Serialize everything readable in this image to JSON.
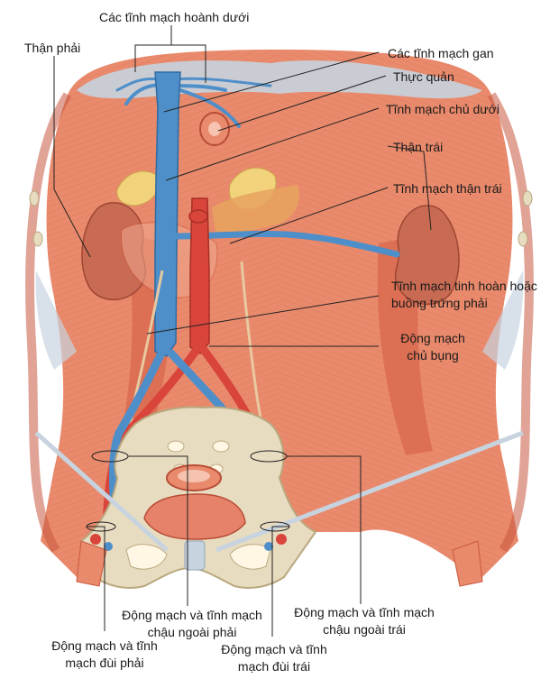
{
  "labels": {
    "inferior_phrenic_veins": "Các tĩnh mạch hoành dưới",
    "right_kidney": "Thận phải",
    "hepatic_veins": "Các tĩnh mạch gan",
    "esophagus": "Thực quản",
    "inferior_vena_cava": "Tĩnh mạch chủ dưới",
    "left_kidney": "Thận trái",
    "left_renal_vein": "Tĩnh mạch thận trái",
    "right_gonadal_vein_line1": "Tĩnh mạch tinh hoàn hoặc",
    "right_gonadal_vein_line2": "buồng trứng phải",
    "abdominal_aorta_line1": "Động mạch",
    "abdominal_aorta_line2": "chủ bụng",
    "right_external_iliac_line1": "Động mạch và tĩnh mạch",
    "right_external_iliac_line2": "chậu ngoài phải",
    "left_external_iliac_line1": "Động mạch và tĩnh mạch",
    "left_external_iliac_line2": "chậu ngoài trái",
    "right_femoral_line1": "Động mạch và tĩnh",
    "right_femoral_line2": "mạch đùi phải",
    "left_femoral_line1": "Động mạch và tĩnh",
    "left_femoral_line2": "mạch đùi trái"
  },
  "colors": {
    "muscle": "#e98a6c",
    "muscle_dark": "#c9573f",
    "vein": "#4f8fc9",
    "artery": "#d9453a",
    "kidney": "#c96a52",
    "bone": "#e8dcc0",
    "fat": "#f2d27a",
    "diaphragm": "#c7d3df",
    "leader": "#222222"
  }
}
